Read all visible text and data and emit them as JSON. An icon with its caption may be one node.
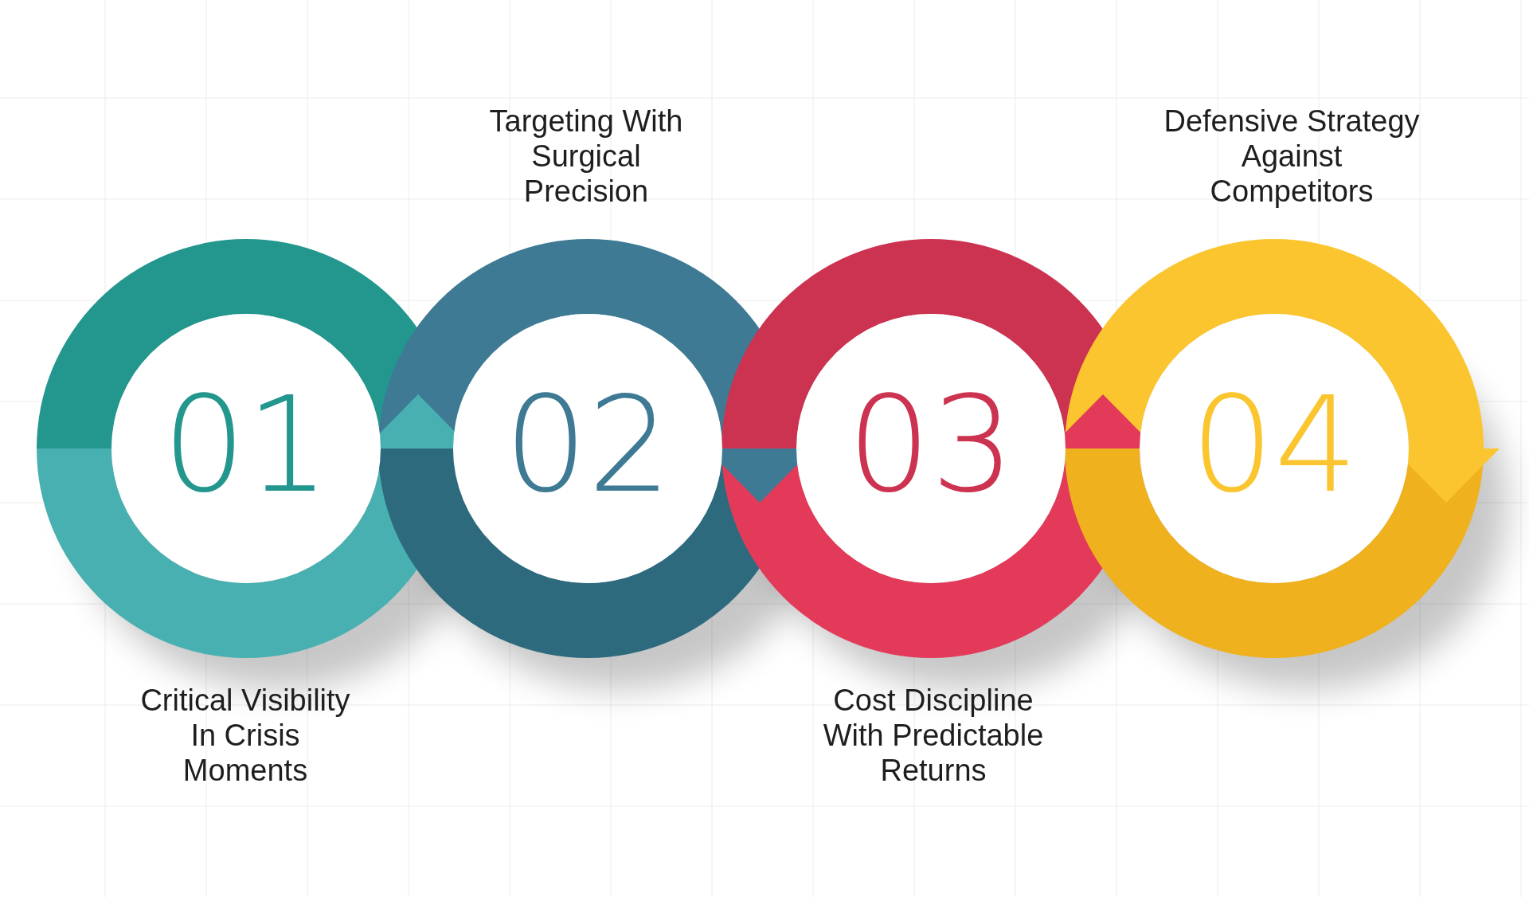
{
  "diagram": {
    "nodes": [
      {
        "text": [
          "01"
        ],
        "beside": [
          "Critical Visibility In Crisis Moments"
        ]
      },
      {
        "text": [
          "02"
        ],
        "beside": [
          "Targeting With Surgical Precision"
        ]
      },
      {
        "text": [
          "03"
        ],
        "beside": [
          "Cost Discipline With Predictable Returns"
        ]
      },
      {
        "text": [
          "04"
        ],
        "beside": [
          "Defensive Strategy Against Competitors"
        ]
      }
    ]
  }
}
